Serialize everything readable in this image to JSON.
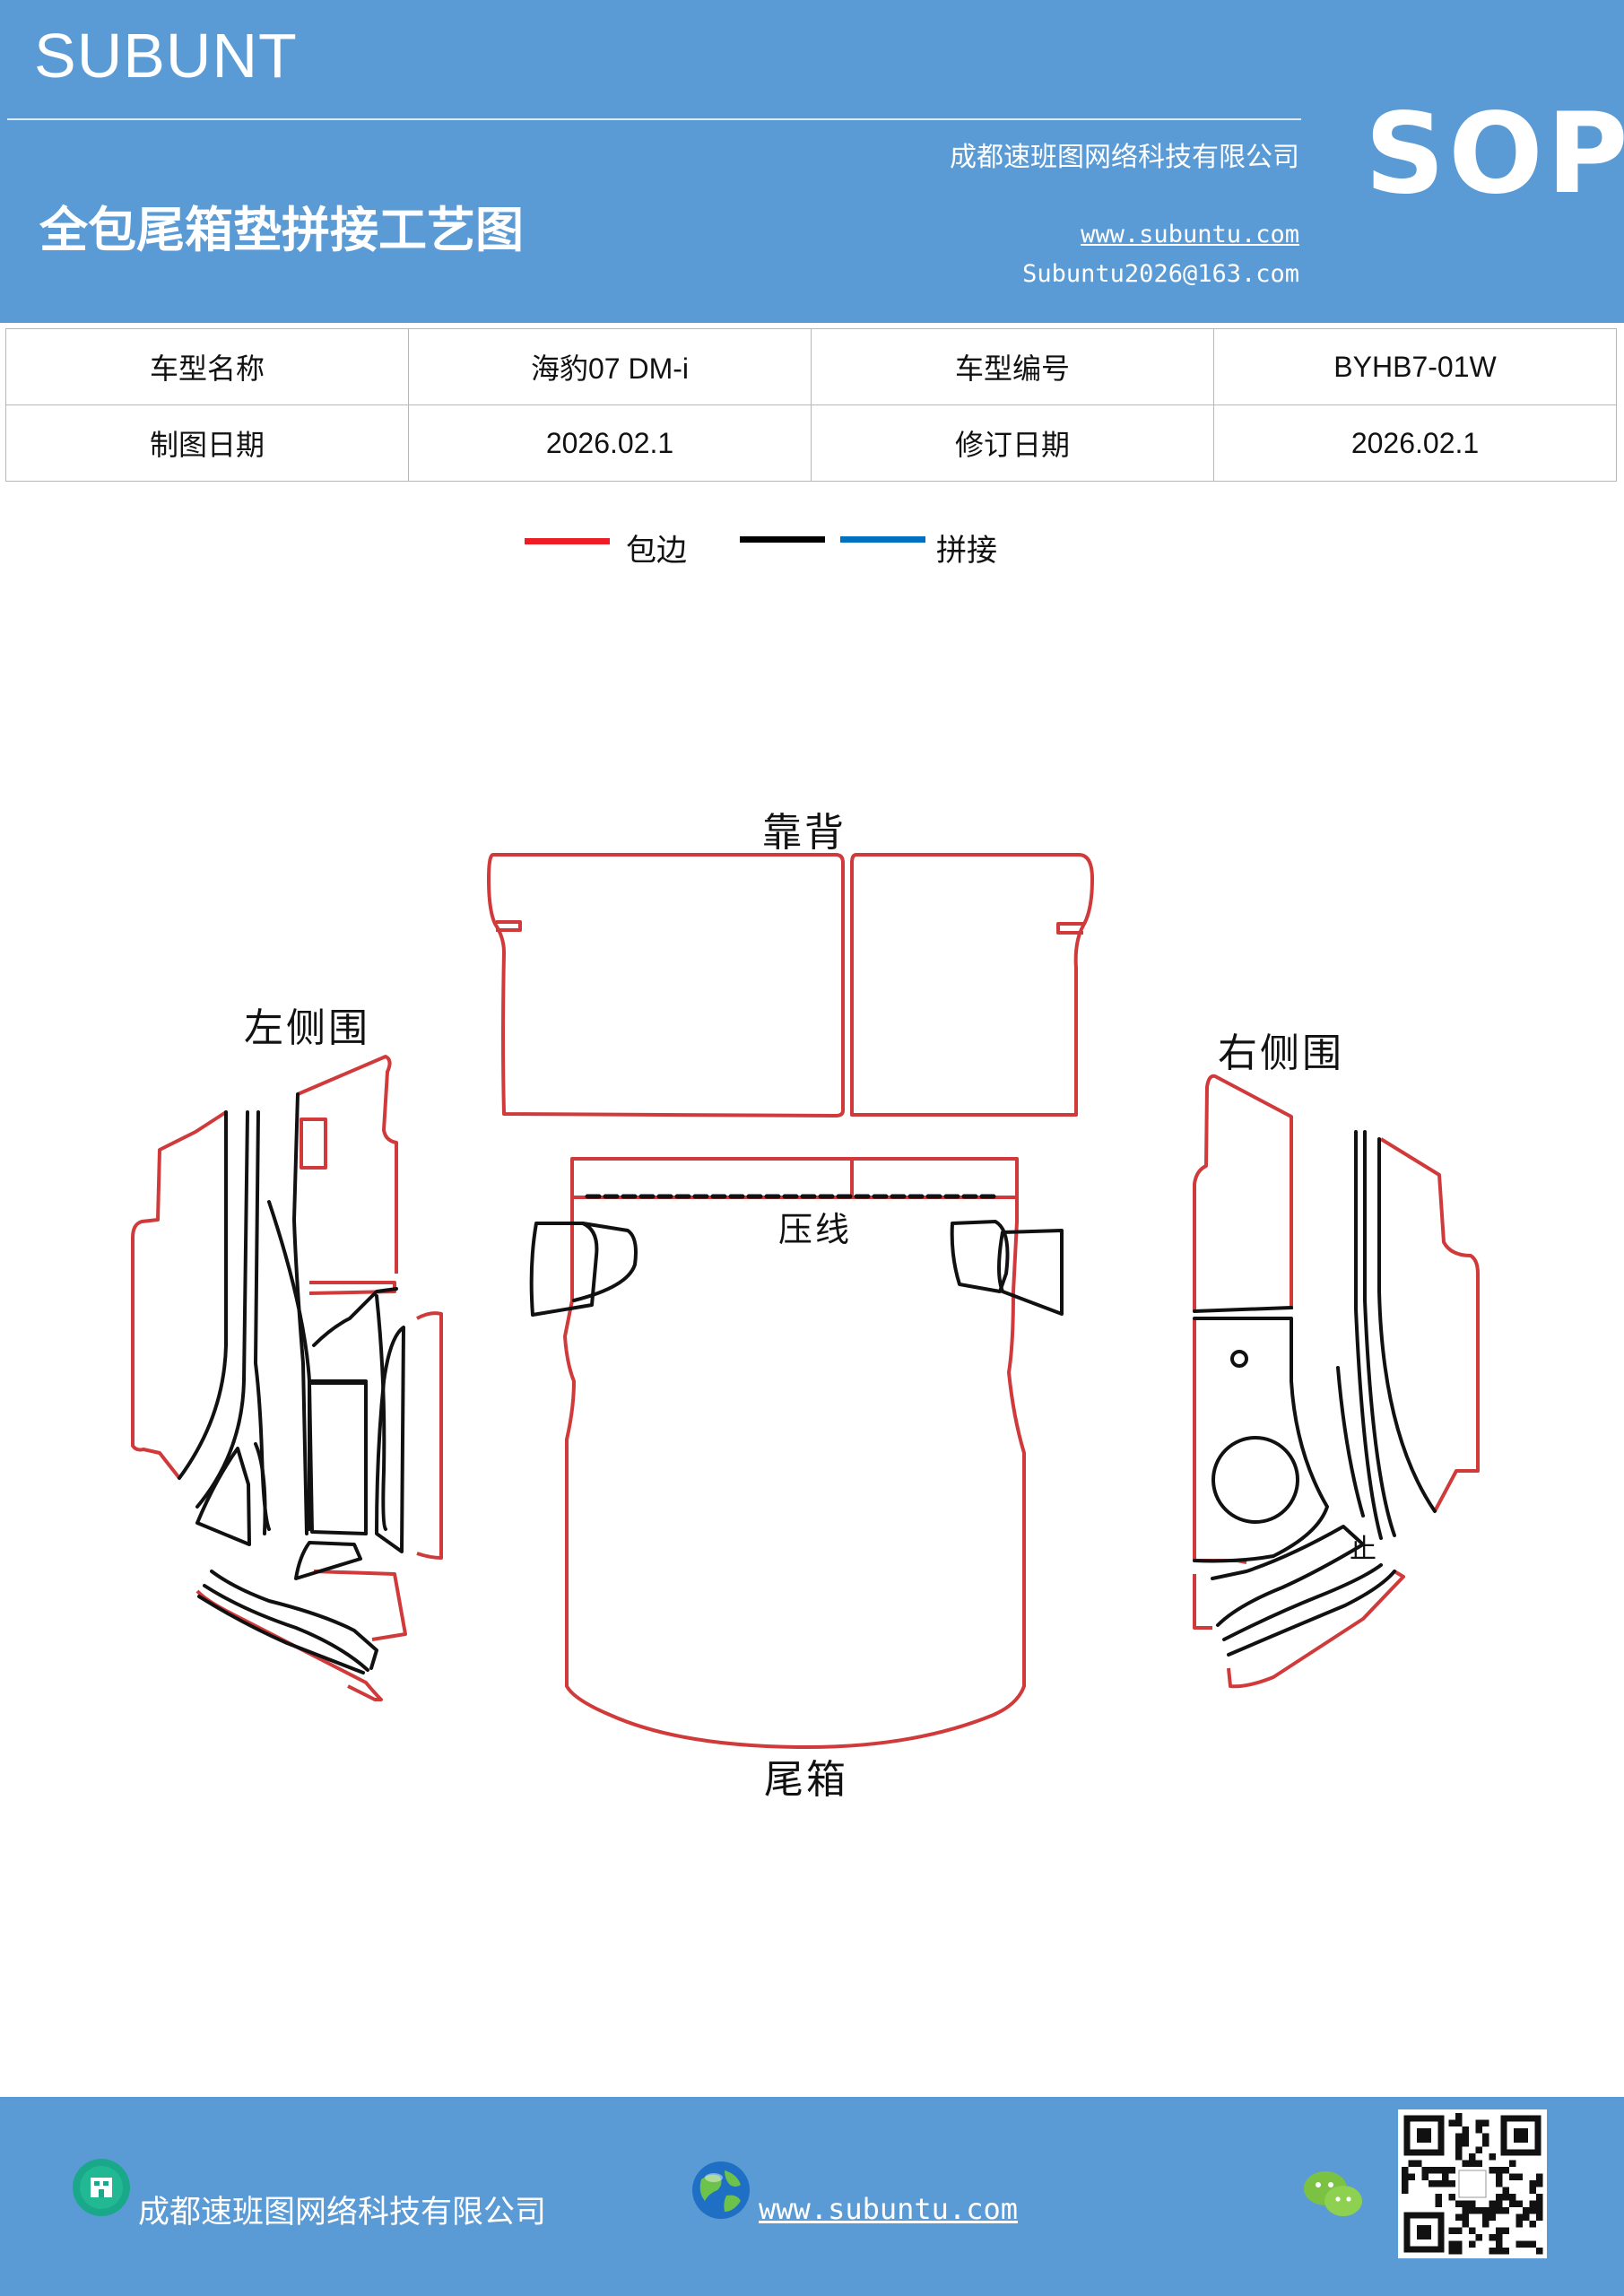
{
  "header": {
    "brand": "SUBUNT",
    "company": "成都速班图网络科技有限公司",
    "sop": "SOP",
    "title": "全包尾箱垫拼接工艺图",
    "website": "www.subuntu.com",
    "email": "Subuntu2026@163.com"
  },
  "info_table": {
    "rows": [
      [
        "车型名称",
        "海豹07  DM-i",
        "车型编号",
        "BYHB7-01W"
      ],
      [
        "制图日期",
        "2026.02.1",
        "修订日期",
        "2026.02.1"
      ]
    ]
  },
  "legend": {
    "items": [
      {
        "label": "包边",
        "color": "#ee1c24"
      },
      {
        "label": "",
        "color": "#000000"
      },
      {
        "label": "拼接",
        "color": "#0070c0"
      }
    ]
  },
  "diagram": {
    "backrest_label": "靠背",
    "left_panel_label": "左侧围",
    "right_panel_label": "右侧围",
    "crease_label": "压线",
    "trunk_label": "尾箱",
    "small_mark": "止",
    "edge_color": "#d03a3a",
    "seam_color": "#111111"
  },
  "footer": {
    "company": "成都速班图网络科技有限公司",
    "website": "www.subuntu.com",
    "company_icon": "building-icon",
    "web_icon": "globe-icon",
    "chat_icon": "wechat-icon",
    "qr": "qr-code-icon"
  }
}
